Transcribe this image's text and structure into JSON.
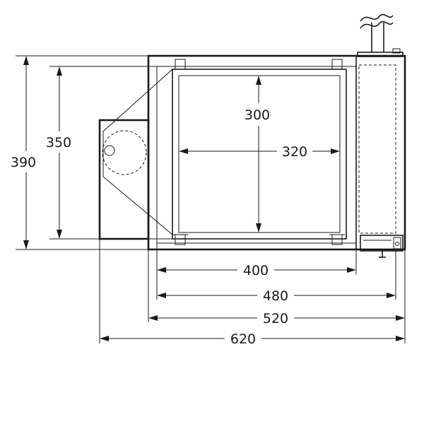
{
  "dimensions": {
    "inner_height": "300",
    "inner_width": "320",
    "height_350": "350",
    "height_390": "390",
    "width_400": "400",
    "width_480": "480",
    "width_520": "520",
    "width_620": "620"
  },
  "colors": {
    "line": "#1a1a1a",
    "background": "#ffffff"
  },
  "icons": {
    "cable_symbol": "wavy-cable-break",
    "switch": "power-switch-icon"
  }
}
